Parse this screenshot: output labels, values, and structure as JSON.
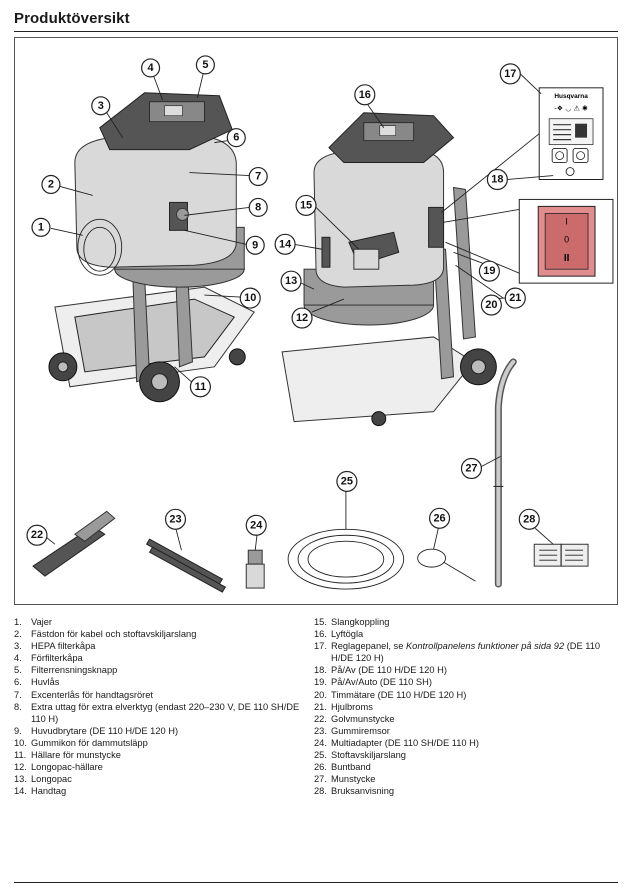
{
  "page": {
    "title": "Produktöversikt"
  },
  "figure": {
    "panel_logo": "Husqvarna",
    "switch_symbols": [
      "I",
      "0",
      "II"
    ],
    "callouts": [
      "1",
      "2",
      "3",
      "4",
      "5",
      "6",
      "7",
      "8",
      "9",
      "10",
      "11",
      "12",
      "13",
      "14",
      "15",
      "16",
      "17",
      "18",
      "19",
      "20",
      "21",
      "22",
      "23",
      "24",
      "25",
      "26",
      "27",
      "28"
    ]
  },
  "legend": {
    "left": [
      {
        "num": "1.",
        "text": "Vajer"
      },
      {
        "num": "2.",
        "text": "Fästdon för kabel och stoftavskiljarslang"
      },
      {
        "num": "3.",
        "text": "HEPA filterkåpa"
      },
      {
        "num": "4.",
        "text": "Förfilterkåpa"
      },
      {
        "num": "5.",
        "text": "Filterrensningsknapp"
      },
      {
        "num": "6.",
        "text": "Huvlås"
      },
      {
        "num": "7.",
        "text": "Excenterlås för handtagsröret"
      },
      {
        "num": "8.",
        "text": "Extra uttag för extra elverktyg (endast 220–230 V, DE 110 SH/DE 110 H)"
      },
      {
        "num": "9.",
        "text": "Huvudbrytare (DE 110 H/DE 120 H)"
      },
      {
        "num": "10.",
        "text": "Gummikon för dammutsläpp"
      },
      {
        "num": "11.",
        "text": "Hällare för munstycke"
      },
      {
        "num": "12.",
        "text": "Longopac-hällare"
      },
      {
        "num": "13.",
        "text": "Longopac"
      },
      {
        "num": "14.",
        "text": "Handtag"
      }
    ],
    "right": [
      {
        "num": "15.",
        "text": "Slangkoppling"
      },
      {
        "num": "16.",
        "text": "Lyftögla"
      },
      {
        "num": "17.",
        "text_before": "Reglagepanel, se ",
        "text_italic": "Kontrollpanelens funktioner på sida 92",
        "text_after": " (DE 110 H/DE 120 H)"
      },
      {
        "num": "18.",
        "text": "På/Av (DE 110 H/DE 120 H)"
      },
      {
        "num": "19.",
        "text": "På/Av/Auto (DE 110 SH)"
      },
      {
        "num": "20.",
        "text": "Timmätare (DE 110 H/DE 120 H)"
      },
      {
        "num": "21.",
        "text": "Hjulbroms"
      },
      {
        "num": "22.",
        "text": "Golvmunstycke"
      },
      {
        "num": "23.",
        "text": "Gummiremsor"
      },
      {
        "num": "24.",
        "text": "Multiadapter (DE 110 SH/DE 110 H)"
      },
      {
        "num": "25.",
        "text": "Stoftavskiljarslang"
      },
      {
        "num": "26.",
        "text": "Buntband"
      },
      {
        "num": "27.",
        "text": "Munstycke"
      },
      {
        "num": "28.",
        "text": "Bruksanvisning"
      }
    ]
  }
}
